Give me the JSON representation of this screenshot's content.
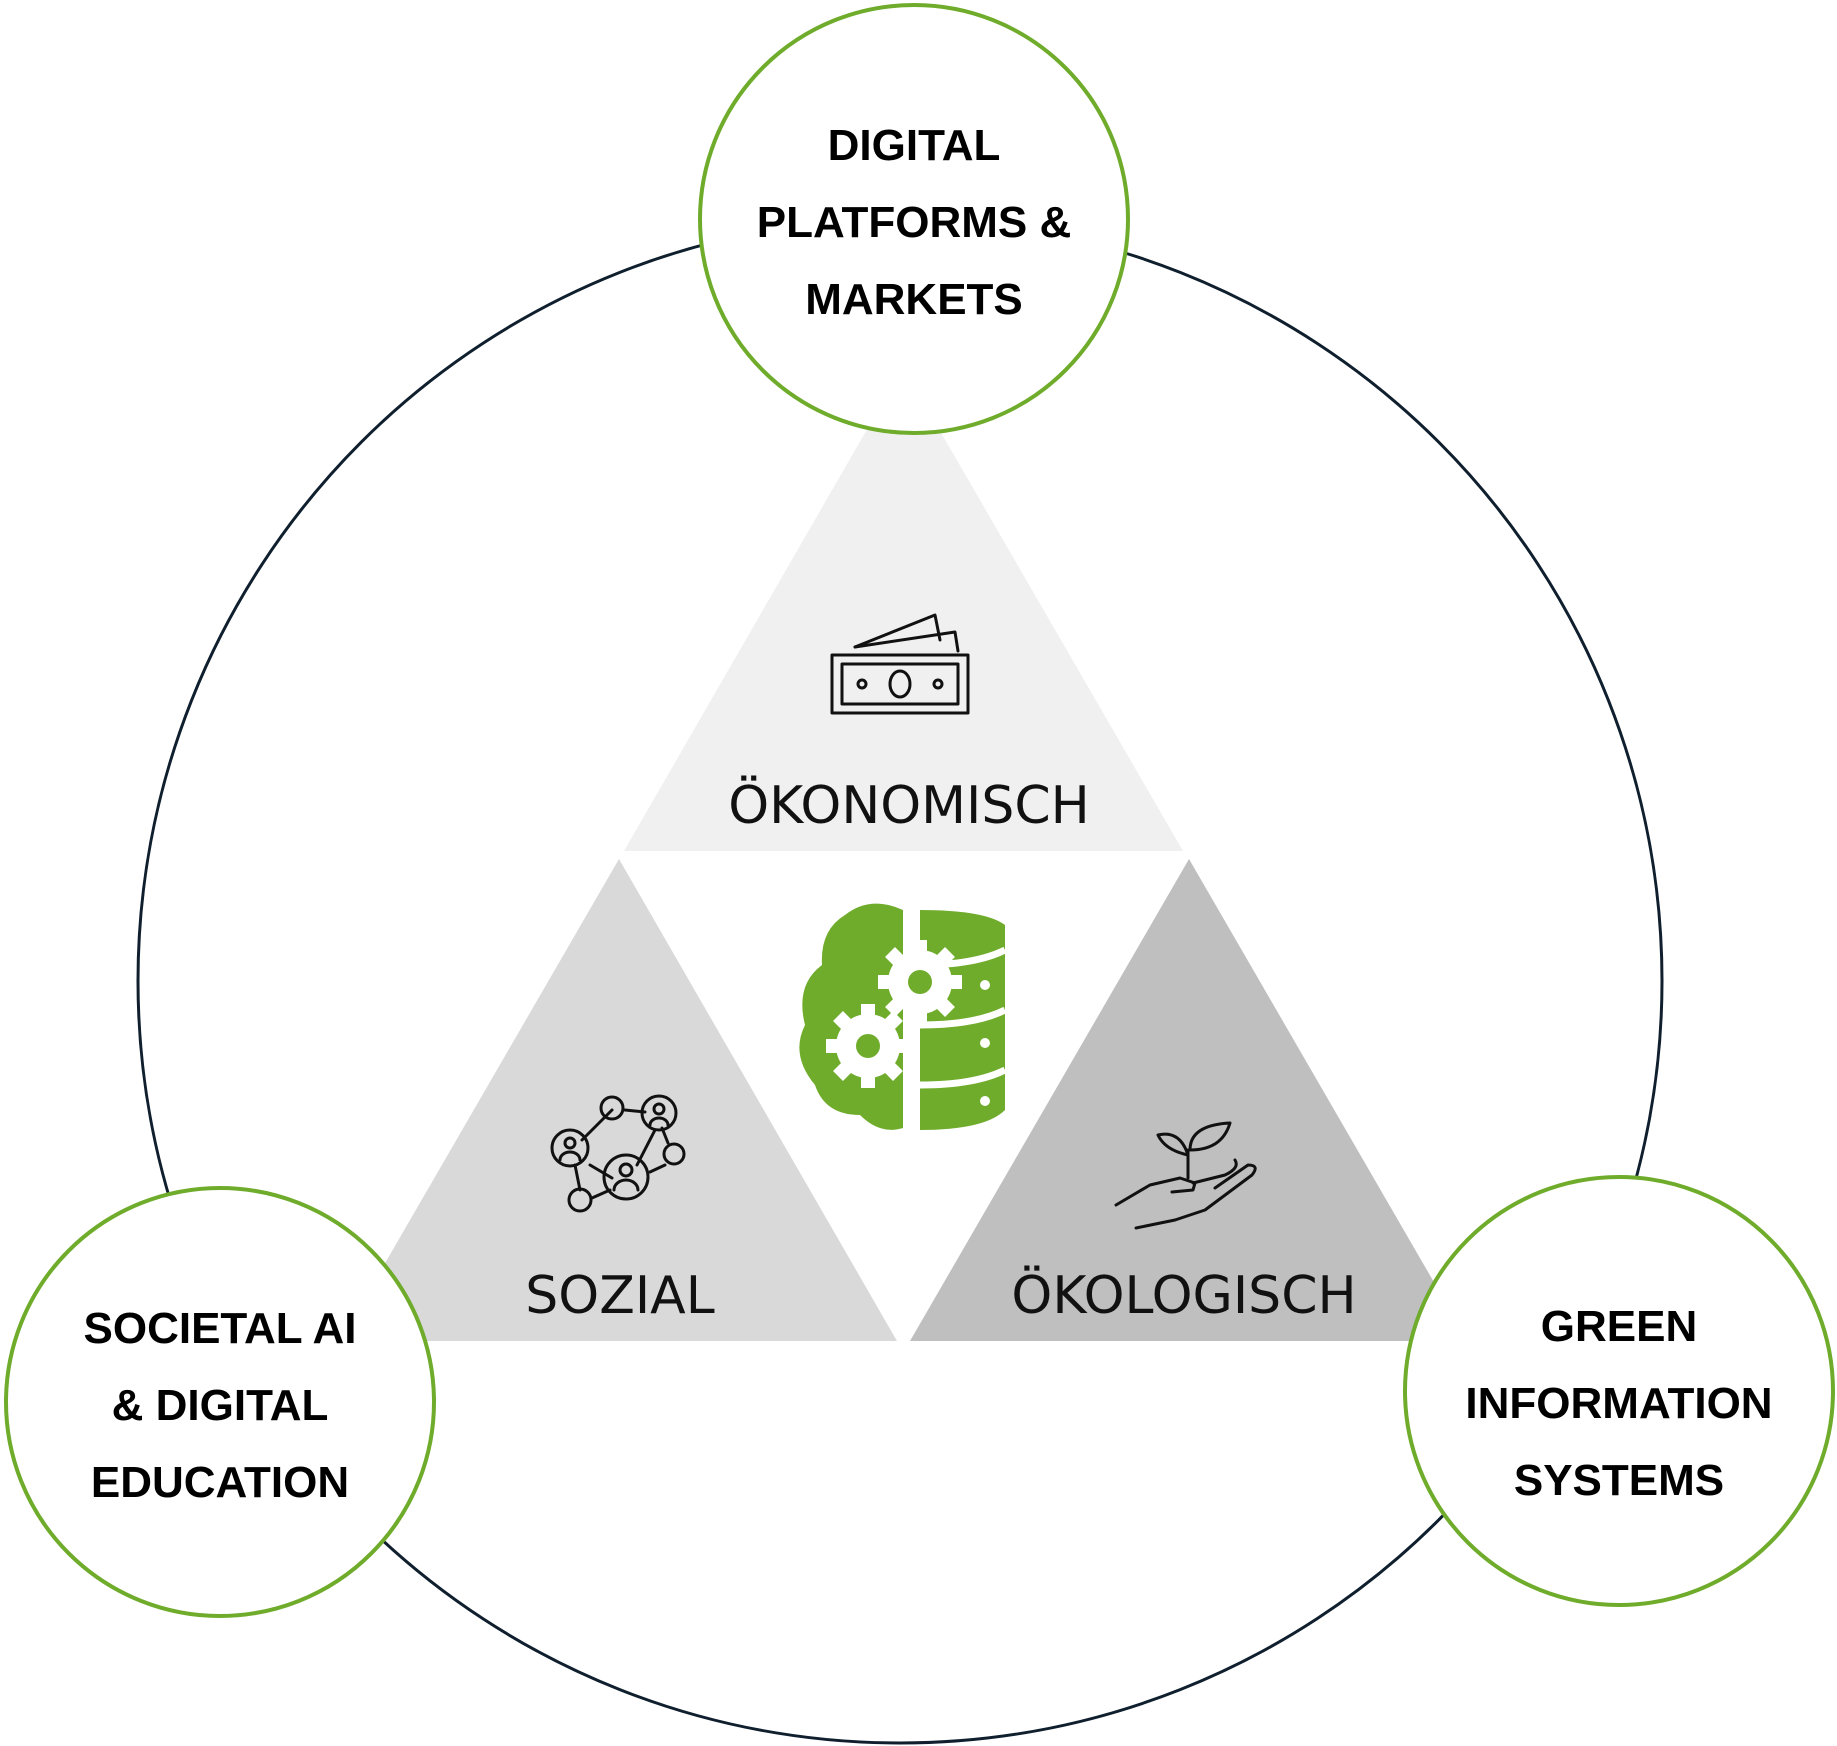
{
  "colors": {
    "green": "#6fac2b",
    "outer_ring": "#0f1f2e",
    "triangle_top": "#f0f0f0",
    "triangle_left": "#d9d9d9",
    "triangle_right": "#bfbfbf"
  },
  "circles": {
    "top": {
      "lines": [
        "DIGITAL",
        "PLATFORMS &",
        "MARKETS"
      ]
    },
    "left": {
      "lines": [
        "SOCIETAL AI",
        "& DIGITAL",
        "EDUCATION"
      ]
    },
    "right": {
      "lines": [
        "GREEN",
        "INFORMATION",
        "SYSTEMS"
      ]
    }
  },
  "triangles": {
    "top": {
      "label": "ÖKONOMISCH",
      "icon": "money-icon"
    },
    "left": {
      "label": "SOZIAL",
      "icon": "network-people-icon"
    },
    "right": {
      "label": "ÖKOLOGISCH",
      "icon": "hand-plant-icon"
    }
  },
  "center": {
    "icon": "brain-gears-database-icon"
  }
}
